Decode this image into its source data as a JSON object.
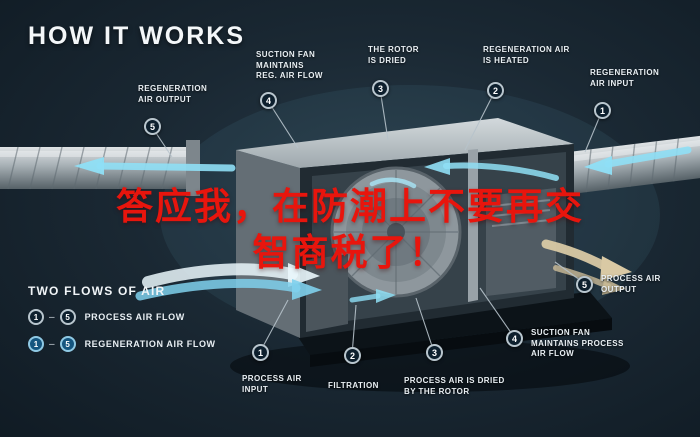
{
  "title": "HOW IT WORKS",
  "overlay_text": {
    "line1": "答应我，在防潮上不要再交",
    "line2": "智商税了！"
  },
  "callouts": {
    "regeneration_air_output": {
      "num": "5",
      "label": "REGENERATION\nAIR OUTPUT"
    },
    "suction_fan_reg": {
      "num": "4",
      "label": "SUCTION FAN\nMAINTAINS\nREG. AIR FLOW"
    },
    "rotor_is_dried": {
      "num": "3",
      "label": "THE ROTOR\nIS DRIED"
    },
    "regeneration_air_heated": {
      "num": "2",
      "label": "REGENERATION AIR\nIS HEATED"
    },
    "regeneration_air_input": {
      "num": "1",
      "label": "REGENERATION\nAIR INPUT"
    },
    "process_air_output": {
      "num": "5",
      "label": "PROCESS AIR\nOUTPUT"
    },
    "suction_fan_process": {
      "num": "4",
      "label": "SUCTION FAN\nMAINTAINS PROCESS\nAIR FLOW"
    },
    "process_air_dried": {
      "num": "3",
      "label": "PROCESS AIR IS DRIED\nBY THE ROTOR"
    },
    "filtration": {
      "num": "2",
      "label": "FILTRATION"
    },
    "process_air_input": {
      "num": "1",
      "label": "PROCESS AIR\nINPUT"
    }
  },
  "legend": {
    "title": "TWO FLOWS OF AIR",
    "rows": [
      {
        "from": "1",
        "separator": "–",
        "to": "5",
        "label": "PROCESS AIR FLOW"
      },
      {
        "from": "1",
        "separator": "–",
        "to": "5",
        "label": "REGENERATION AIR FLOW"
      }
    ]
  },
  "colors": {
    "background": "#1a2833",
    "accent_cyan": "#8fdff5",
    "accent_tan": "#d9c9a4",
    "overlay_red": "#e8150d",
    "label_text": "#e9eff3"
  }
}
